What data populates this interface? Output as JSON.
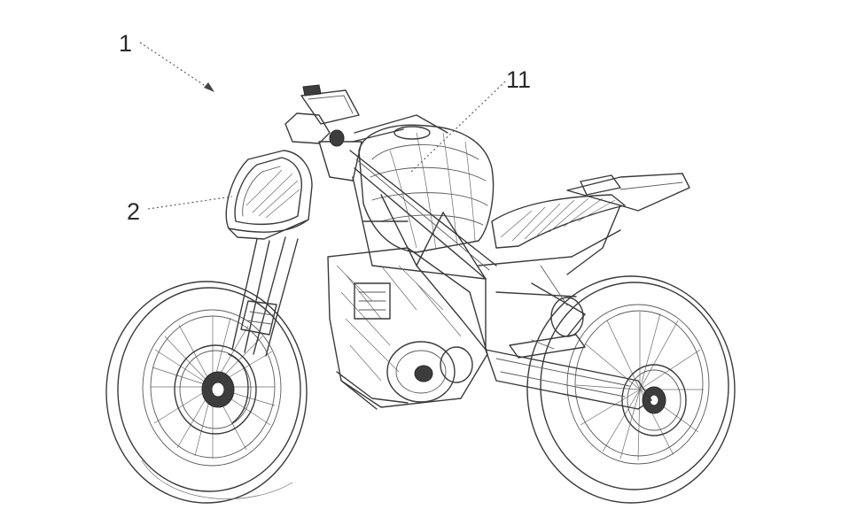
{
  "figure": {
    "references": [
      {
        "id": "ref-1",
        "label": "1"
      },
      {
        "id": "ref-11",
        "label": "11"
      },
      {
        "id": "ref-2",
        "label": "2"
      }
    ]
  },
  "colors": {
    "background": "#ffffff",
    "ink": "#3a3a3a"
  }
}
